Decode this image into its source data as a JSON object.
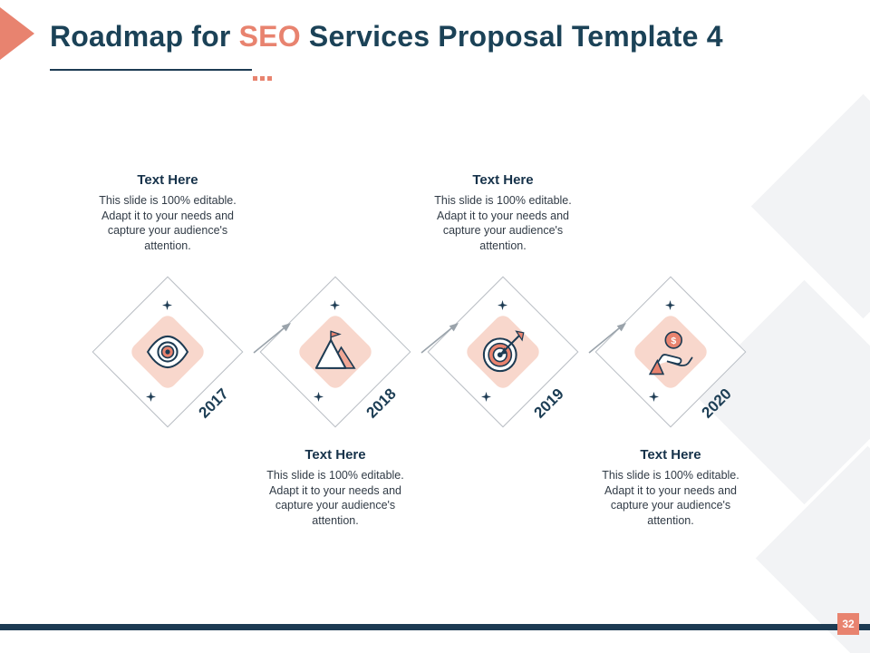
{
  "title": {
    "prefix": "Roadmap for ",
    "highlight": "SEO",
    "suffix": " Services Proposal Template 4"
  },
  "page_number": "32",
  "milestones": [
    {
      "year": "2017",
      "icon": "eye-icon",
      "caption_position": "above",
      "caption_heading": "Text Here",
      "caption_body": "This slide is 100% editable. Adapt it to your needs and capture your audience's attention."
    },
    {
      "year": "2018",
      "icon": "mountain-flag-icon",
      "caption_position": "below",
      "caption_heading": "Text Here",
      "caption_body": "This slide is 100% editable. Adapt it to your needs and capture your audience's attention."
    },
    {
      "year": "2019",
      "icon": "target-arrow-icon",
      "caption_position": "above",
      "caption_heading": "Text Here",
      "caption_body": "This slide is 100% editable. Adapt it to your needs and capture your audience's attention."
    },
    {
      "year": "2020",
      "icon": "hand-coin-icon",
      "caption_position": "below",
      "caption_heading": "Text Here",
      "caption_body": "This slide is 100% editable. Adapt it to your needs and capture your audience's attention.",
      "coin_symbol": "$"
    }
  ],
  "colors": {
    "accent": "#e8836f",
    "dark_navy": "#1d3b53",
    "title_dark": "#1b4257",
    "diamond_fill": "#f8d7cc",
    "diamond_outline": "#b9bec4",
    "arrow_gray": "#9aa3ab",
    "background_diamond": "#f2f3f5"
  }
}
